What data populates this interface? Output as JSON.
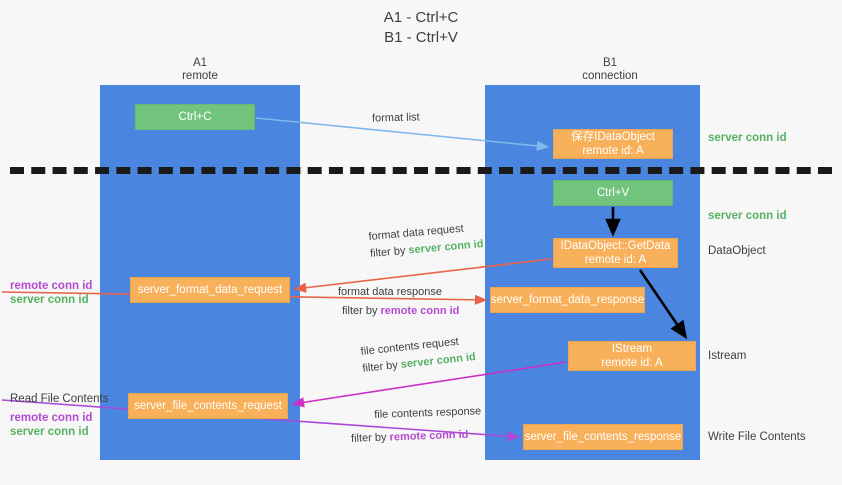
{
  "title": {
    "line1": "A1 - Ctrl+C",
    "line2": "B1 - Ctrl+V"
  },
  "columns": [
    {
      "name": "A1",
      "sub": "remote"
    },
    {
      "name": "B1",
      "sub": "connection"
    }
  ],
  "boxes": {
    "ctrl_c": {
      "label": "Ctrl+C",
      "color": "#72c47c"
    },
    "idataobject": {
      "line1": "保存IDataObject",
      "line2": "remote id: A",
      "color": "#f9b05a"
    },
    "ctrl_v": {
      "label": "Ctrl+V",
      "color": "#72c47c"
    },
    "getdata": {
      "line1": "IDataObject::GetData",
      "line2": "remote id: A",
      "color": "#f9b05a"
    },
    "server_format_data_request": {
      "label": "server_format_data_request",
      "color": "#f9b05a"
    },
    "server_format_data_response": {
      "label": "server_format_data_response",
      "color": "#f9b05a"
    },
    "istream": {
      "line1": "IStream",
      "line2": "remote id: A",
      "color": "#f9b05a"
    },
    "server_file_contents_request": {
      "label": "server_file_contents_request",
      "color": "#f9b05a"
    },
    "server_file_contents_response": {
      "label": "server_file_contents_response",
      "color": "#f9b05a"
    }
  },
  "flows": {
    "format_list": "format list",
    "format_data_request": "format data request",
    "format_data_response": "format data response",
    "file_contents_request": "file contents request",
    "file_contents_response": "file contents response",
    "filter_by": "filter by",
    "server_conn_id": "server conn id",
    "remote_conn_id": "remote conn id"
  },
  "right_notes": {
    "server_conn_id_1": "server conn id",
    "server_conn_id_2": "server conn id",
    "dataobject": "DataObject",
    "istream": "Istream",
    "write_file_contents": "Write File Contents"
  },
  "left_notes": {
    "remote_conn_id_1": "remote conn id",
    "server_conn_id_1": "server conn id",
    "read_file_contents": "Read File Contents",
    "remote_conn_id_2": "remote conn id",
    "server_conn_id_2": "server conn id"
  },
  "colors": {
    "lane": "#4a86e0",
    "green_box": "#72c47c",
    "orange_box": "#f9b05a",
    "green_text": "#57b163",
    "purple_text": "#b44ad0",
    "arrow_blue": "#7fb8ea",
    "arrow_red": "#e8634a",
    "arrow_magenta": "#cc2fc4",
    "arrow_purple": "#a84bd6",
    "arrow_black": "#000000",
    "divider": "#1a1a1a",
    "background": "#f7f7f7"
  }
}
